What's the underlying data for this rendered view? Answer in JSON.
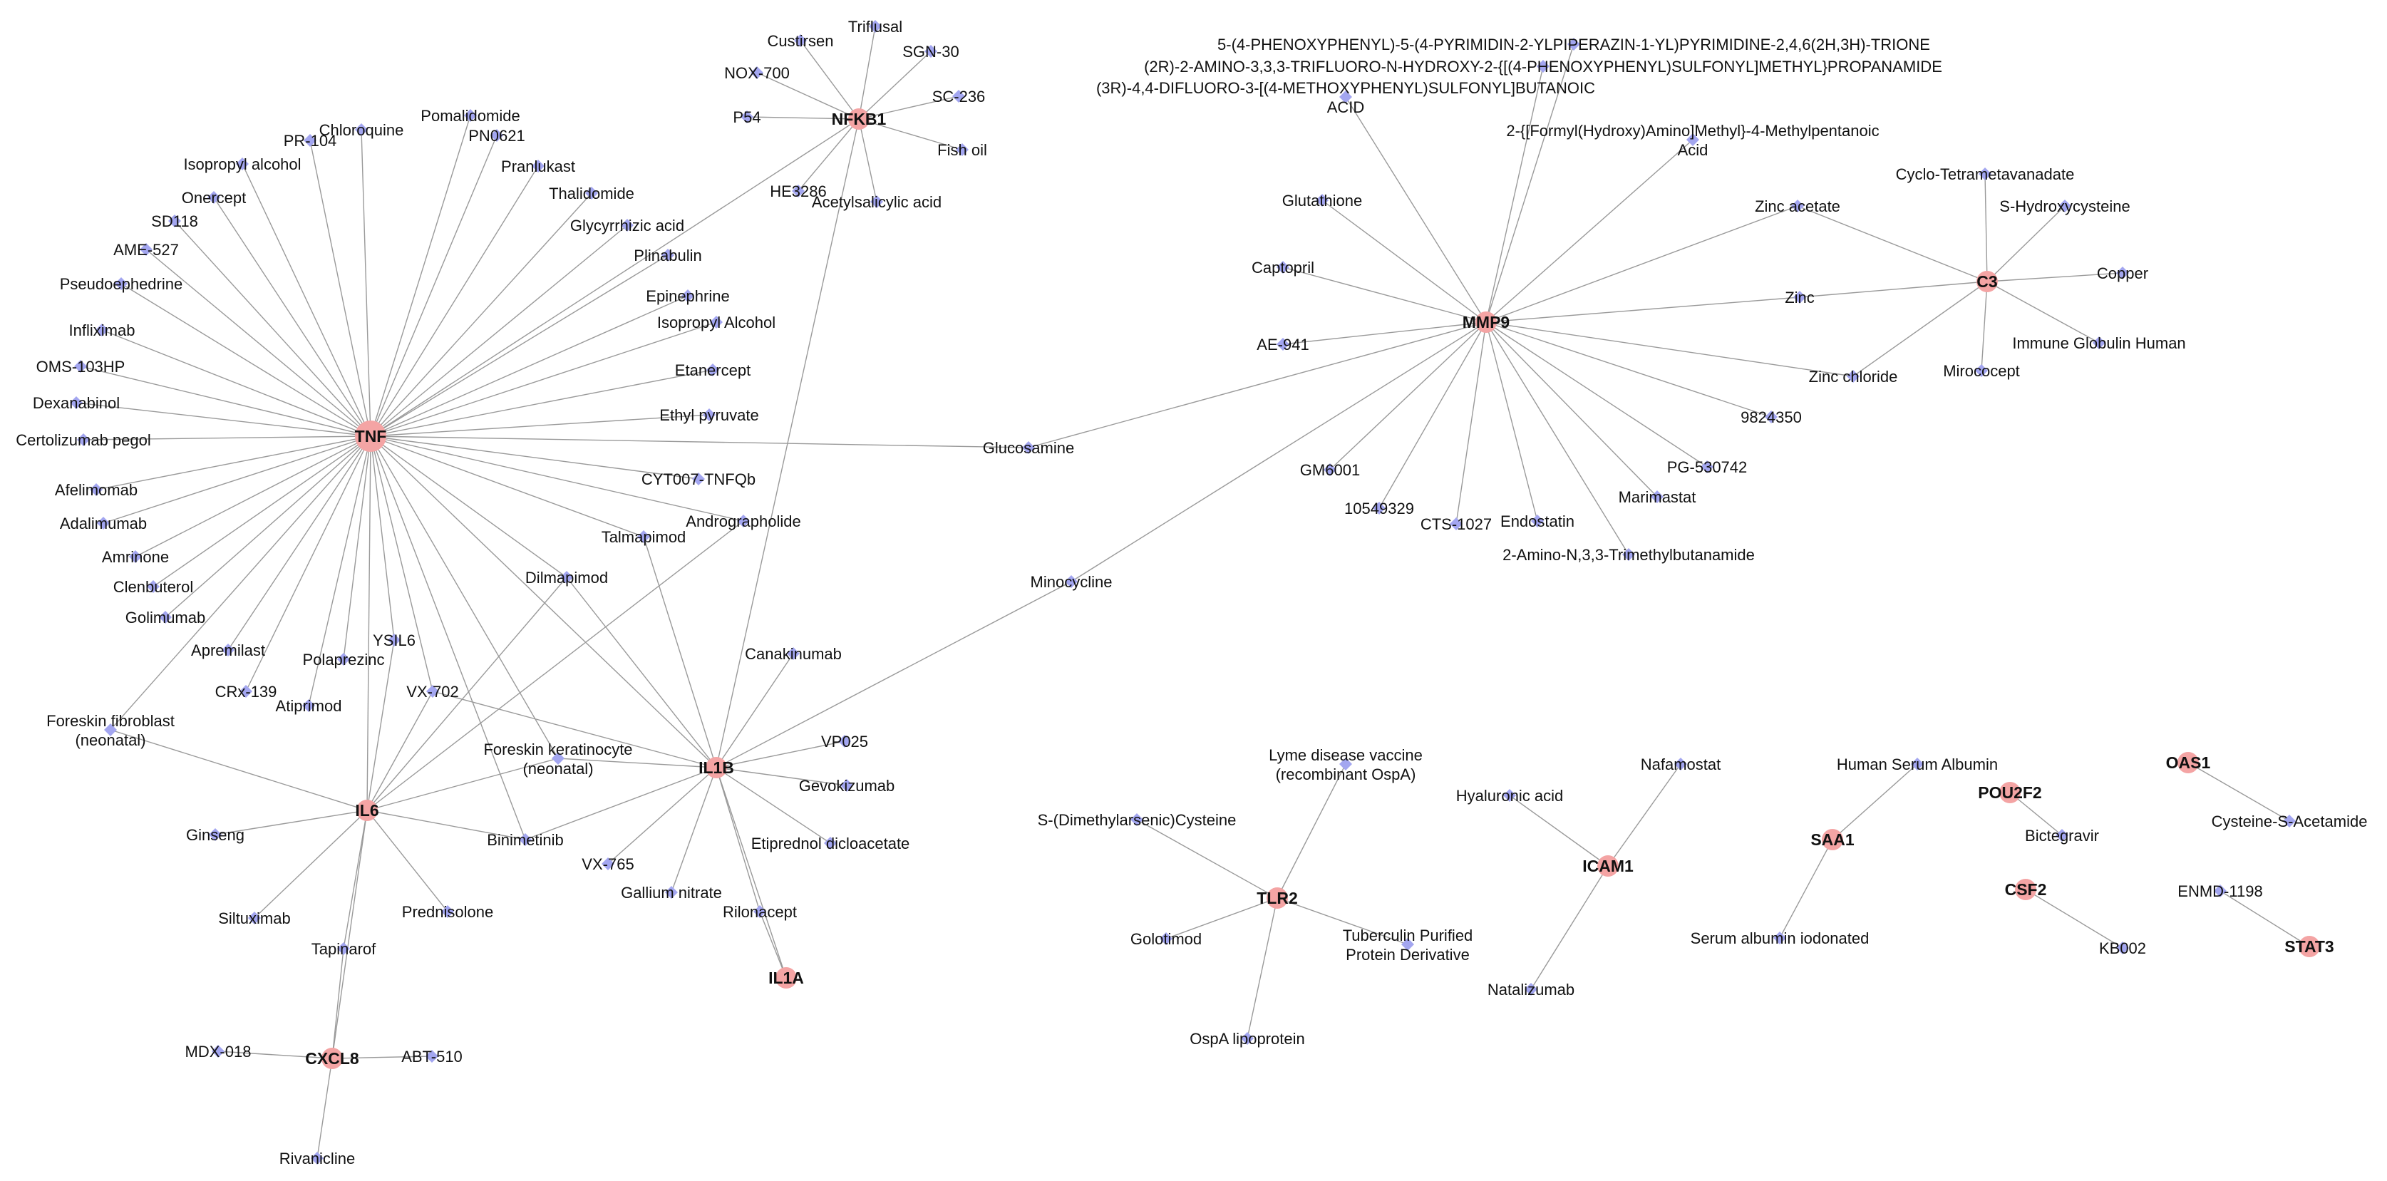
{
  "colors": {
    "hub": "#f4a4a4",
    "drug": "#a3a6f0",
    "edge": "#9a9a9a",
    "text": "#111111"
  },
  "legend_shapes": {
    "hub": "circle",
    "drug": "diamond"
  },
  "nodes": [
    {
      "id": "TNF",
      "label": "TNF",
      "kind": "hub"
    },
    {
      "id": "NFKB1",
      "label": "NFKB1",
      "kind": "hub"
    },
    {
      "id": "IL6",
      "label": "IL6",
      "kind": "hub"
    },
    {
      "id": "IL1B",
      "label": "IL1B",
      "kind": "hub"
    },
    {
      "id": "IL1A",
      "label": "IL1A",
      "kind": "hub"
    },
    {
      "id": "CXCL8",
      "label": "CXCL8",
      "kind": "hub"
    },
    {
      "id": "MMP9",
      "label": "MMP9",
      "kind": "hub"
    },
    {
      "id": "C3",
      "label": "C3",
      "kind": "hub"
    },
    {
      "id": "TLR2",
      "label": "TLR2",
      "kind": "hub"
    },
    {
      "id": "ICAM1",
      "label": "ICAM1",
      "kind": "hub"
    },
    {
      "id": "SAA1",
      "label": "SAA1",
      "kind": "hub"
    },
    {
      "id": "POU2F2",
      "label": "POU2F2",
      "kind": "hub"
    },
    {
      "id": "CSF2",
      "label": "CSF2",
      "kind": "hub"
    },
    {
      "id": "OAS1",
      "label": "OAS1",
      "kind": "hub"
    },
    {
      "id": "STAT3",
      "label": "STAT3",
      "kind": "hub"
    },
    {
      "id": "custirsen",
      "label": "Custirsen",
      "kind": "drug"
    },
    {
      "id": "triflusal",
      "label": "Triflusal",
      "kind": "drug"
    },
    {
      "id": "sgn30",
      "label": "SGN-30",
      "kind": "drug"
    },
    {
      "id": "nox700",
      "label": "NOX-700",
      "kind": "drug"
    },
    {
      "id": "sc236",
      "label": "SC-236",
      "kind": "drug"
    },
    {
      "id": "p54",
      "label": "P54",
      "kind": "drug"
    },
    {
      "id": "fishoil",
      "label": "Fish oil",
      "kind": "drug"
    },
    {
      "id": "he3286",
      "label": "HE3286",
      "kind": "drug"
    },
    {
      "id": "asa",
      "label": "Acetylsalicylic acid",
      "kind": "drug"
    },
    {
      "id": "pomalidomide",
      "label": "Pomalidomide",
      "kind": "drug"
    },
    {
      "id": "chloroquine",
      "label": "Chloroquine",
      "kind": "drug"
    },
    {
      "id": "pr104",
      "label": "PR-104",
      "kind": "drug"
    },
    {
      "id": "pn0621",
      "label": "PN0621",
      "kind": "drug"
    },
    {
      "id": "isopropyl1",
      "label": "Isopropyl alcohol",
      "kind": "drug"
    },
    {
      "id": "pranlukast",
      "label": "Pranlukast",
      "kind": "drug"
    },
    {
      "id": "onercept",
      "label": "Onercept",
      "kind": "drug"
    },
    {
      "id": "thalidomide",
      "label": "Thalidomide",
      "kind": "drug"
    },
    {
      "id": "sd118",
      "label": "SD118",
      "kind": "drug"
    },
    {
      "id": "glycyrrhizic",
      "label": "Glycyrrhizic acid",
      "kind": "drug"
    },
    {
      "id": "ame527",
      "label": "AME-527",
      "kind": "drug"
    },
    {
      "id": "plinabulin",
      "label": "Plinabulin",
      "kind": "drug"
    },
    {
      "id": "pseudoephedrine",
      "label": "Pseudoephedrine",
      "kind": "drug"
    },
    {
      "id": "epinephrine",
      "label": "Epinephrine",
      "kind": "drug"
    },
    {
      "id": "infliximab",
      "label": "Infliximab",
      "kind": "drug"
    },
    {
      "id": "isopropyl2",
      "label": "Isopropyl Alcohol",
      "kind": "drug"
    },
    {
      "id": "oms103hp",
      "label": "OMS-103HP",
      "kind": "drug"
    },
    {
      "id": "etanercept",
      "label": "Etanercept",
      "kind": "drug"
    },
    {
      "id": "dexanabinol",
      "label": "Dexanabinol",
      "kind": "drug"
    },
    {
      "id": "ethylpyruvate",
      "label": "Ethyl pyruvate",
      "kind": "drug"
    },
    {
      "id": "certolizumab",
      "label": "Certolizumab pegol",
      "kind": "drug"
    },
    {
      "id": "glucosamine",
      "label": "Glucosamine",
      "kind": "drug"
    },
    {
      "id": "afelimomab",
      "label": "Afelimomab",
      "kind": "drug"
    },
    {
      "id": "cyt007",
      "label": "CYT007-TNFQb",
      "kind": "drug"
    },
    {
      "id": "adalimumab",
      "label": "Adalimumab",
      "kind": "drug"
    },
    {
      "id": "andrographolide",
      "label": "Andrographolide",
      "kind": "drug"
    },
    {
      "id": "amrinone",
      "label": "Amrinone",
      "kind": "drug"
    },
    {
      "id": "talmapimod",
      "label": "Talmapimod",
      "kind": "drug"
    },
    {
      "id": "clenbuterol",
      "label": "Clenbuterol",
      "kind": "drug"
    },
    {
      "id": "dilmapimod",
      "label": "Dilmapimod",
      "kind": "drug"
    },
    {
      "id": "golimumab",
      "label": "Golimumab",
      "kind": "drug"
    },
    {
      "id": "apremilast",
      "label": "Apremilast",
      "kind": "drug"
    },
    {
      "id": "ysil6",
      "label": "YSIL6",
      "kind": "drug"
    },
    {
      "id": "polaprezinc",
      "label": "Polaprezinc",
      "kind": "drug"
    },
    {
      "id": "crx139",
      "label": "CRx-139",
      "kind": "drug"
    },
    {
      "id": "vx702",
      "label": "VX-702",
      "kind": "drug"
    },
    {
      "id": "atiprimod",
      "label": "Atiprimod",
      "kind": "drug"
    },
    {
      "id": "foreskinfib",
      "label": "Foreskin fibroblast (neonatal)",
      "kind": "drug"
    },
    {
      "id": "foreskinker",
      "label": "Foreskin keratinocyte (neonatal)",
      "kind": "drug"
    },
    {
      "id": "canakinumab",
      "label": "Canakinumab",
      "kind": "drug"
    },
    {
      "id": "vp025",
      "label": "VP025",
      "kind": "drug"
    },
    {
      "id": "gevokizumab",
      "label": "Gevokizumab",
      "kind": "drug"
    },
    {
      "id": "ginseng",
      "label": "Ginseng",
      "kind": "drug"
    },
    {
      "id": "binimetinib",
      "label": "Binimetinib",
      "kind": "drug"
    },
    {
      "id": "etiprednol",
      "label": "Etiprednol dicloacetate",
      "kind": "drug"
    },
    {
      "id": "vx765",
      "label": "VX-765",
      "kind": "drug"
    },
    {
      "id": "gallium",
      "label": "Gallium nitrate",
      "kind": "drug"
    },
    {
      "id": "siltuximab",
      "label": "Siltuximab",
      "kind": "drug"
    },
    {
      "id": "prednisolone",
      "label": "Prednisolone",
      "kind": "drug"
    },
    {
      "id": "rilonacept",
      "label": "Rilonacept",
      "kind": "drug"
    },
    {
      "id": "tapinarof",
      "label": "Tapinarof",
      "kind": "drug"
    },
    {
      "id": "mdx018",
      "label": "MDX-018",
      "kind": "drug"
    },
    {
      "id": "abt510",
      "label": "ABT-510",
      "kind": "drug"
    },
    {
      "id": "rivanicline",
      "label": "Rivanicline",
      "kind": "drug"
    },
    {
      "id": "minocycline",
      "label": "Minocycline",
      "kind": "drug"
    },
    {
      "id": "trione",
      "label": "5-(4-PHENOXYPHENYL)-5-(4-PYRIMIDIN-2-YLPIPERAZIN-1-YL)PYRIMIDINE-2,4,6(2H,3H)-TRIONE",
      "kind": "drug"
    },
    {
      "id": "propanamide",
      "label": "(2R)-2-AMINO-3,3,3-TRIFLUORO-N-HYDROXY-2-{[(4-PHENOXYPHENYL)SULFONYL]METHYL}PROPANAMIDE",
      "kind": "drug"
    },
    {
      "id": "butanoic",
      "label": "(3R)-4,4-DIFLUORO-3-[(4-METHOXYPHENYL)SULFONYL]BUTANOIC ACID",
      "kind": "drug"
    },
    {
      "id": "pentanoic",
      "label": "2-{[Formyl(Hydroxy)Amino]Methyl}-4-Methylpentanoic Acid",
      "kind": "drug"
    },
    {
      "id": "glutathione",
      "label": "Glutathione",
      "kind": "drug"
    },
    {
      "id": "captopril",
      "label": "Captopril",
      "kind": "drug"
    },
    {
      "id": "ae941",
      "label": "AE-941",
      "kind": "drug"
    },
    {
      "id": "gm6001",
      "label": "GM6001",
      "kind": "drug"
    },
    {
      "id": "n10549329",
      "label": "10549329",
      "kind": "drug"
    },
    {
      "id": "cts1027",
      "label": "CTS-1027",
      "kind": "drug"
    },
    {
      "id": "endostatin",
      "label": "Endostatin",
      "kind": "drug"
    },
    {
      "id": "trimethylbut",
      "label": "2-Amino-N,3,3-Trimethylbutanamide",
      "kind": "drug"
    },
    {
      "id": "marimastat",
      "label": "Marimastat",
      "kind": "drug"
    },
    {
      "id": "pg530742",
      "label": "PG-530742",
      "kind": "drug"
    },
    {
      "id": "n9824350",
      "label": "9824350",
      "kind": "drug"
    },
    {
      "id": "zincacetate",
      "label": "Zinc acetate",
      "kind": "drug"
    },
    {
      "id": "zinc",
      "label": "Zinc",
      "kind": "drug"
    },
    {
      "id": "zincchloride",
      "label": "Zinc chloride",
      "kind": "drug"
    },
    {
      "id": "cyclotetra",
      "label": "Cyclo-Tetrametavanadate",
      "kind": "drug"
    },
    {
      "id": "shydroxycys",
      "label": "S-Hydroxycysteine",
      "kind": "drug"
    },
    {
      "id": "copper",
      "label": "Copper",
      "kind": "drug"
    },
    {
      "id": "immuneglob",
      "label": "Immune Globulin Human",
      "kind": "drug"
    },
    {
      "id": "mirococept",
      "label": "Mirococept",
      "kind": "drug"
    },
    {
      "id": "lyme",
      "label": "Lyme disease vaccine (recombinant OspA)",
      "kind": "drug"
    },
    {
      "id": "sdimethyl",
      "label": "S-(Dimethylarsenic)Cysteine",
      "kind": "drug"
    },
    {
      "id": "golotimod",
      "label": "Golotimod",
      "kind": "drug"
    },
    {
      "id": "tuberculin",
      "label": "Tuberculin Purified Protein Derivative",
      "kind": "drug"
    },
    {
      "id": "ospa",
      "label": "OspA lipoprotein",
      "kind": "drug"
    },
    {
      "id": "hyaluronic",
      "label": "Hyaluronic acid",
      "kind": "drug"
    },
    {
      "id": "nafamostat",
      "label": "Nafamostat",
      "kind": "drug"
    },
    {
      "id": "natalizumab",
      "label": "Natalizumab",
      "kind": "drug"
    },
    {
      "id": "hsa",
      "label": "Human Serum Albumin",
      "kind": "drug"
    },
    {
      "id": "serumiod",
      "label": "Serum albumin iodonated",
      "kind": "drug"
    },
    {
      "id": "bictegravir",
      "label": "Bictegravir",
      "kind": "drug"
    },
    {
      "id": "kb002",
      "label": "KB002",
      "kind": "drug"
    },
    {
      "id": "cysacet",
      "label": "Cysteine-S-Acetamide",
      "kind": "drug"
    },
    {
      "id": "enmd1198",
      "label": "ENMD-1198",
      "kind": "drug"
    }
  ],
  "edges": [
    [
      "TNF",
      "pomalidomide"
    ],
    [
      "TNF",
      "chloroquine"
    ],
    [
      "TNF",
      "pr104"
    ],
    [
      "TNF",
      "pn0621"
    ],
    [
      "TNF",
      "isopropyl1"
    ],
    [
      "TNF",
      "pranlukast"
    ],
    [
      "TNF",
      "onercept"
    ],
    [
      "TNF",
      "thalidomide"
    ],
    [
      "TNF",
      "sd118"
    ],
    [
      "TNF",
      "glycyrrhizic"
    ],
    [
      "TNF",
      "ame527"
    ],
    [
      "TNF",
      "plinabulin"
    ],
    [
      "TNF",
      "pseudoephedrine"
    ],
    [
      "TNF",
      "epinephrine"
    ],
    [
      "TNF",
      "infliximab"
    ],
    [
      "TNF",
      "isopropyl2"
    ],
    [
      "TNF",
      "oms103hp"
    ],
    [
      "TNF",
      "etanercept"
    ],
    [
      "TNF",
      "dexanabinol"
    ],
    [
      "TNF",
      "ethylpyruvate"
    ],
    [
      "TNF",
      "certolizumab"
    ],
    [
      "TNF",
      "glucosamine"
    ],
    [
      "TNF",
      "afelimomab"
    ],
    [
      "TNF",
      "cyt007"
    ],
    [
      "TNF",
      "adalimumab"
    ],
    [
      "TNF",
      "andrographolide"
    ],
    [
      "TNF",
      "amrinone"
    ],
    [
      "TNF",
      "talmapimod"
    ],
    [
      "TNF",
      "clenbuterol"
    ],
    [
      "TNF",
      "dilmapimod"
    ],
    [
      "TNF",
      "golimumab"
    ],
    [
      "TNF",
      "apremilast"
    ],
    [
      "TNF",
      "ysil6"
    ],
    [
      "TNF",
      "polaprezinc"
    ],
    [
      "TNF",
      "crx139"
    ],
    [
      "TNF",
      "vx702"
    ],
    [
      "TNF",
      "atiprimod"
    ],
    [
      "TNF",
      "foreskinfib"
    ],
    [
      "TNF",
      "foreskinker"
    ],
    [
      "TNF",
      "IL6"
    ],
    [
      "TNF",
      "NFKB1"
    ],
    [
      "TNF",
      "binimetinib"
    ],
    [
      "TNF",
      "IL1B"
    ],
    [
      "NFKB1",
      "custirsen"
    ],
    [
      "NFKB1",
      "triflusal"
    ],
    [
      "NFKB1",
      "sgn30"
    ],
    [
      "NFKB1",
      "nox700"
    ],
    [
      "NFKB1",
      "sc236"
    ],
    [
      "NFKB1",
      "p54"
    ],
    [
      "NFKB1",
      "fishoil"
    ],
    [
      "NFKB1",
      "he3286"
    ],
    [
      "NFKB1",
      "asa"
    ],
    [
      "NFKB1",
      "IL1B"
    ],
    [
      "IL6",
      "ginseng"
    ],
    [
      "IL6",
      "siltuximab"
    ],
    [
      "IL6",
      "prednisolone"
    ],
    [
      "IL6",
      "tapinarof"
    ],
    [
      "IL6",
      "foreskinfib"
    ],
    [
      "IL6",
      "foreskinker"
    ],
    [
      "IL6",
      "binimetinib"
    ],
    [
      "IL6",
      "dilmapimod"
    ],
    [
      "IL6",
      "andrographolide"
    ],
    [
      "IL6",
      "vx702"
    ],
    [
      "IL6",
      "ysil6"
    ],
    [
      "IL6",
      "CXCL8"
    ],
    [
      "IL1B",
      "canakinumab"
    ],
    [
      "IL1B",
      "vp025"
    ],
    [
      "IL1B",
      "gevokizumab"
    ],
    [
      "IL1B",
      "etiprednol"
    ],
    [
      "IL1B",
      "vx765"
    ],
    [
      "IL1B",
      "gallium"
    ],
    [
      "IL1B",
      "rilonacept"
    ],
    [
      "IL1B",
      "foreskinker"
    ],
    [
      "IL1B",
      "binimetinib"
    ],
    [
      "IL1B",
      "talmapimod"
    ],
    [
      "IL1B",
      "dilmapimod"
    ],
    [
      "IL1B",
      "vx702"
    ],
    [
      "IL1B",
      "minocycline"
    ],
    [
      "IL1B",
      "IL1A"
    ],
    [
      "IL1A",
      "rilonacept"
    ],
    [
      "CXCL8",
      "tapinarof"
    ],
    [
      "CXCL8",
      "mdx018"
    ],
    [
      "CXCL8",
      "abt510"
    ],
    [
      "CXCL8",
      "rivanicline"
    ],
    [
      "MMP9",
      "trione"
    ],
    [
      "MMP9",
      "propanamide"
    ],
    [
      "MMP9",
      "butanoic"
    ],
    [
      "MMP9",
      "pentanoic"
    ],
    [
      "MMP9",
      "glutathione"
    ],
    [
      "MMP9",
      "captopril"
    ],
    [
      "MMP9",
      "ae941"
    ],
    [
      "MMP9",
      "gm6001"
    ],
    [
      "MMP9",
      "n10549329"
    ],
    [
      "MMP9",
      "cts1027"
    ],
    [
      "MMP9",
      "endostatin"
    ],
    [
      "MMP9",
      "trimethylbut"
    ],
    [
      "MMP9",
      "marimastat"
    ],
    [
      "MMP9",
      "pg530742"
    ],
    [
      "MMP9",
      "n9824350"
    ],
    [
      "MMP9",
      "zincacetate"
    ],
    [
      "MMP9",
      "zinc"
    ],
    [
      "MMP9",
      "zincchloride"
    ],
    [
      "MMP9",
      "glucosamine"
    ],
    [
      "MMP9",
      "minocycline"
    ],
    [
      "C3",
      "zincacetate"
    ],
    [
      "C3",
      "zinc"
    ],
    [
      "C3",
      "zincchloride"
    ],
    [
      "C3",
      "cyclotetra"
    ],
    [
      "C3",
      "shydroxycys"
    ],
    [
      "C3",
      "copper"
    ],
    [
      "C3",
      "immuneglob"
    ],
    [
      "C3",
      "mirococept"
    ],
    [
      "TLR2",
      "lyme"
    ],
    [
      "TLR2",
      "sdimethyl"
    ],
    [
      "TLR2",
      "golotimod"
    ],
    [
      "TLR2",
      "tuberculin"
    ],
    [
      "TLR2",
      "ospa"
    ],
    [
      "ICAM1",
      "hyaluronic"
    ],
    [
      "ICAM1",
      "nafamostat"
    ],
    [
      "ICAM1",
      "natalizumab"
    ],
    [
      "SAA1",
      "hsa"
    ],
    [
      "SAA1",
      "serumiod"
    ],
    [
      "POU2F2",
      "bictegravir"
    ],
    [
      "CSF2",
      "kb002"
    ],
    [
      "OAS1",
      "cysacet"
    ],
    [
      "STAT3",
      "enmd1198"
    ]
  ]
}
